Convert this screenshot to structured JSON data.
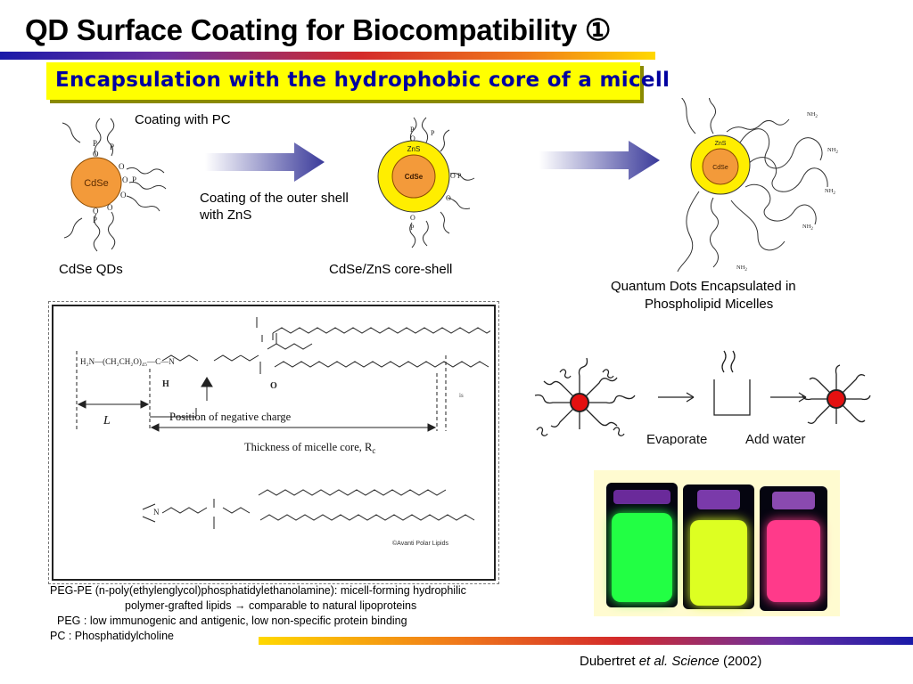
{
  "title": "QD Surface Coating for Biocompatibility ①",
  "subtitle": "Encapsulation with the hydrophobic core of a micell",
  "diagram": {
    "coating_pc": "Coating with PC",
    "coating_zns": "Coating of the outer shell with ZnS",
    "coating_zns_line1": "Coating of the outer shell",
    "coating_zns_line2": "with ZnS",
    "cdse_qds": "CdSe QDs",
    "core_shell": "CdSe/ZnS core-shell",
    "micelle_caption_line1": "Quantum Dots Encapsulated in",
    "micelle_caption_line2": "Phospholipid Micelles",
    "core_label": "CdSe",
    "shell_label": "ZnS",
    "p_label": "P",
    "o_label": "O",
    "nh2_label": "NH",
    "nh2_sub": "2"
  },
  "structure": {
    "peg_formula": "H₂N—(CH₂CH₂O)₄₅—C—N",
    "l_label": "L",
    "neg_charge": "Position of negative charge",
    "thickness": "Thickness of micelle core, R",
    "thickness_sub": "c",
    "copyright": "©Avanti Polar Lipids",
    "h_label": "H",
    "o_label": "O",
    "n_label": "N",
    "is_label": "is"
  },
  "process": {
    "evaporate": "Evaporate",
    "add_water": "Add water"
  },
  "notes": [
    "PEG-PE (n-poly(ethylenglycol)phosphatidylethanolamine): micell-forming hydrophilic",
    "polymer-grafted lipids → comparable to natural lipoproteins",
    "PEG : low immunogenic and antigenic, low non-specific protein binding",
    "PC : Phosphatidylcholine"
  ],
  "citation": {
    "author": "Dubertret ",
    "etal": "et al.",
    "journal": "Science",
    "year": " (2002)"
  },
  "colors": {
    "core": "#f39a3a",
    "shell": "#ffee00",
    "arrow": "#3a3a9a",
    "vial_green": "#22ff44",
    "vial_yellow": "#ddff22",
    "vial_pink": "#ff3a8a"
  }
}
